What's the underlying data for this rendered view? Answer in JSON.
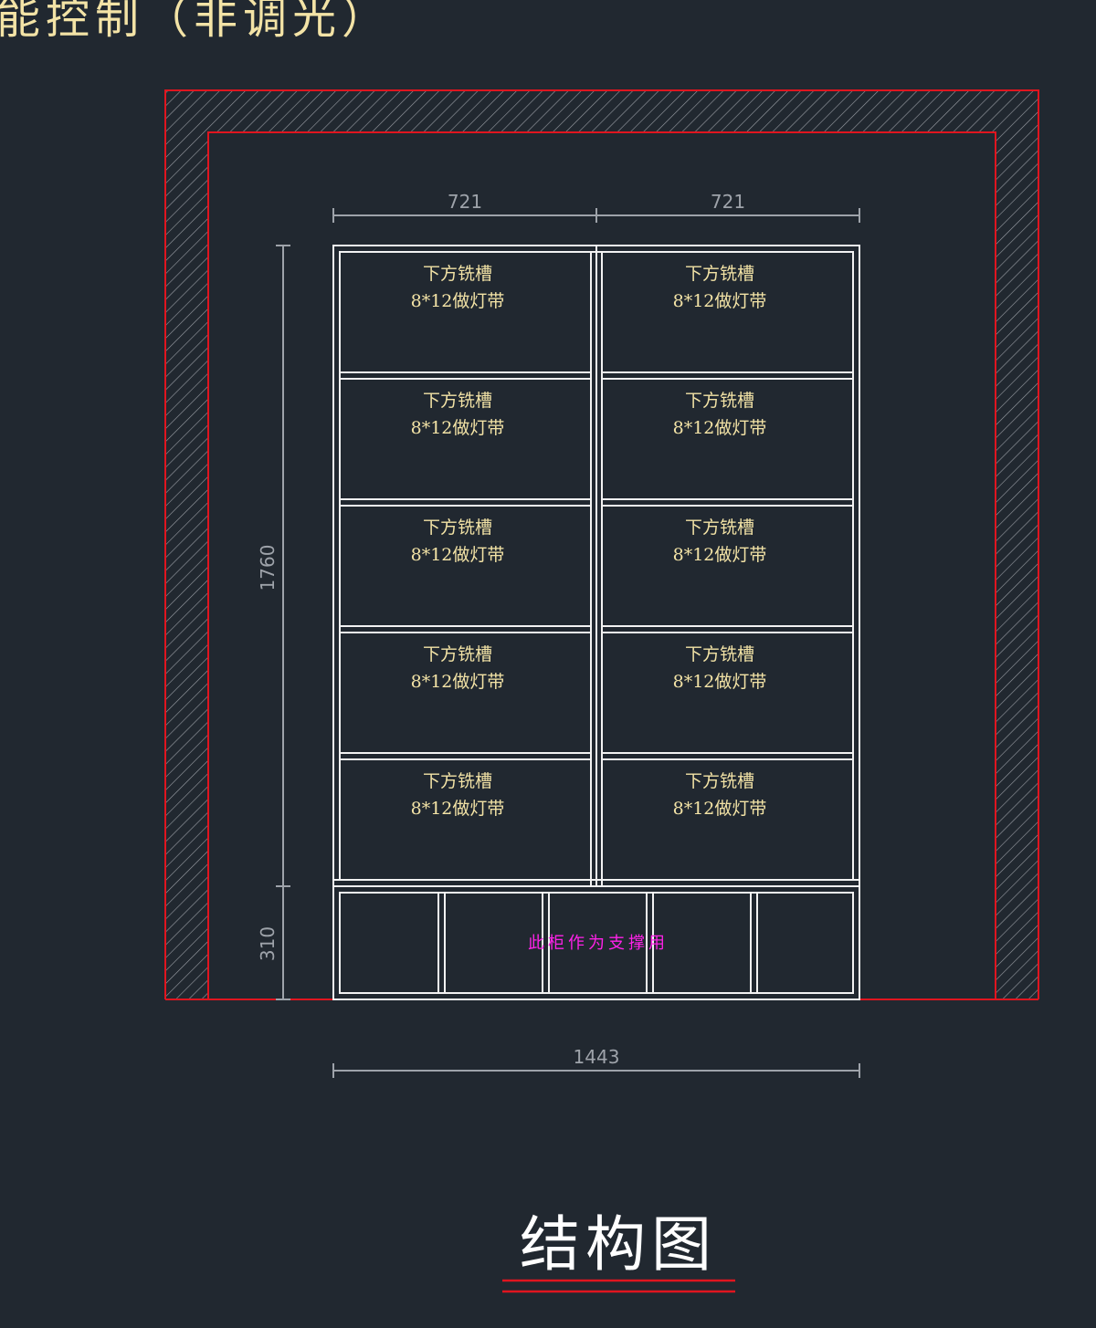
{
  "header": {
    "title": "能控制（非调光）"
  },
  "drawing": {
    "colors": {
      "background": "#212830",
      "wall_line": "#e0151f",
      "hatch": "#9a9ea5",
      "cabinet_line": "#f2f2f2",
      "dimension": "#9ea3aa",
      "label": "#f3e3a6",
      "note": "#ff22e8",
      "title": "#ffffff",
      "underline": "#e0151f"
    },
    "dimensions": {
      "top_left": "721",
      "top_right": "721",
      "height_upper": "1760",
      "height_lower": "310",
      "total_width": "1443"
    },
    "compartments": [
      {
        "line1": "下方铣槽",
        "line2": "8*12做灯带"
      },
      {
        "line1": "下方铣槽",
        "line2": "8*12做灯带"
      },
      {
        "line1": "下方铣槽",
        "line2": "8*12做灯带"
      },
      {
        "line1": "下方铣槽",
        "line2": "8*12做灯带"
      },
      {
        "line1": "下方铣槽",
        "line2": "8*12做灯带"
      },
      {
        "line1": "下方铣槽",
        "line2": "8*12做灯带"
      },
      {
        "line1": "下方铣槽",
        "line2": "8*12做灯带"
      },
      {
        "line1": "下方铣槽",
        "line2": "8*12做灯带"
      },
      {
        "line1": "下方铣槽",
        "line2": "8*12做灯带"
      },
      {
        "line1": "下方铣槽",
        "line2": "8*12做灯带"
      }
    ],
    "base_note": "此柜作为支撑用",
    "title": "结构图"
  }
}
